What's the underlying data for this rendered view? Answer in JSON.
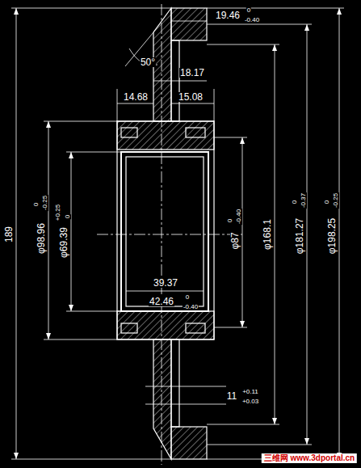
{
  "diagram": {
    "labels": [
      "19.46",
      "0",
      "-0.40",
      "50°",
      "18.17",
      "14.68",
      "15.08",
      "189",
      "φ98.96",
      "0",
      "-0.25",
      "φ69.39",
      "+0.25",
      "0",
      "φ87",
      "0",
      "-0.40",
      "φ168.1",
      "φ181.27",
      "0",
      "-0.37",
      "φ198.25",
      "0",
      "-0.25",
      "39.37",
      "42.46",
      "0",
      "-0.40",
      "11",
      "+0.11",
      "+0.03",
      "三维网 www.3dportal.cn"
    ]
  }
}
